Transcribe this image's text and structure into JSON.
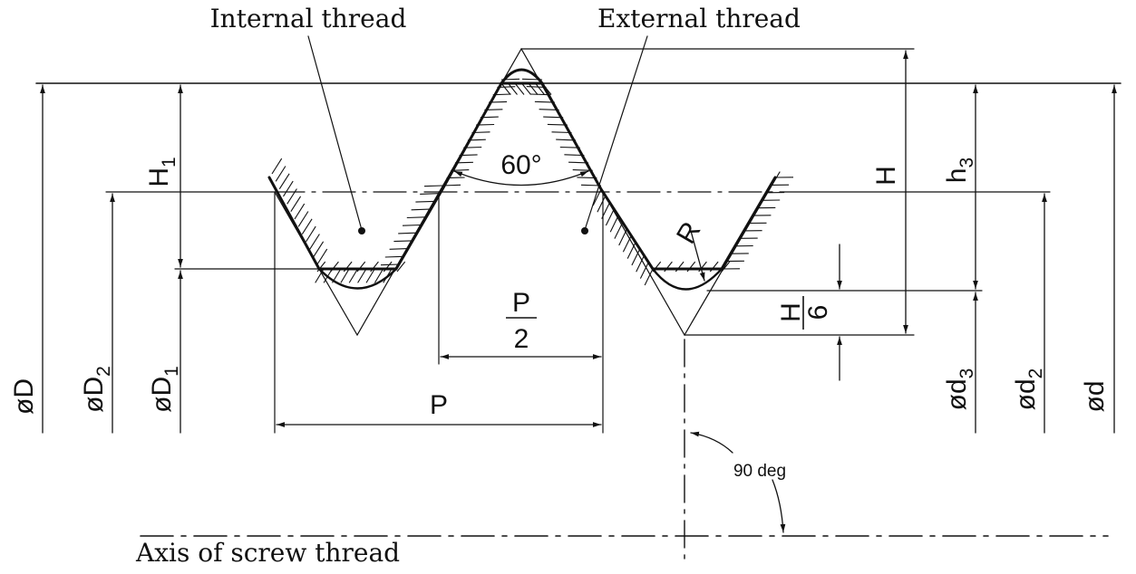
{
  "labels": {
    "internal_thread": "Internal thread",
    "external_thread": "External thread",
    "axis": "Axis of screw thread",
    "angle": "60°",
    "angle_90": "90 deg",
    "radius": "R",
    "pitch": "P",
    "half_pitch_num": "P",
    "half_pitch_den": "2",
    "h1_main": "H",
    "h1_sub": "1",
    "height_h": "H",
    "h3_main": "h",
    "h3_sub": "3",
    "h6_num": "H",
    "h6_den": "6",
    "dD_main": "øD",
    "dD2_main": "øD",
    "dD2_sub": "2",
    "dD1_main": "øD",
    "dD1_sub": "1",
    "dd3_main": "ød",
    "dd3_sub": "3",
    "dd2_main": "ød",
    "dd2_sub": "2",
    "dd_main": "ød"
  },
  "colors": {
    "ink": "#111111",
    "background": "#ffffff"
  }
}
